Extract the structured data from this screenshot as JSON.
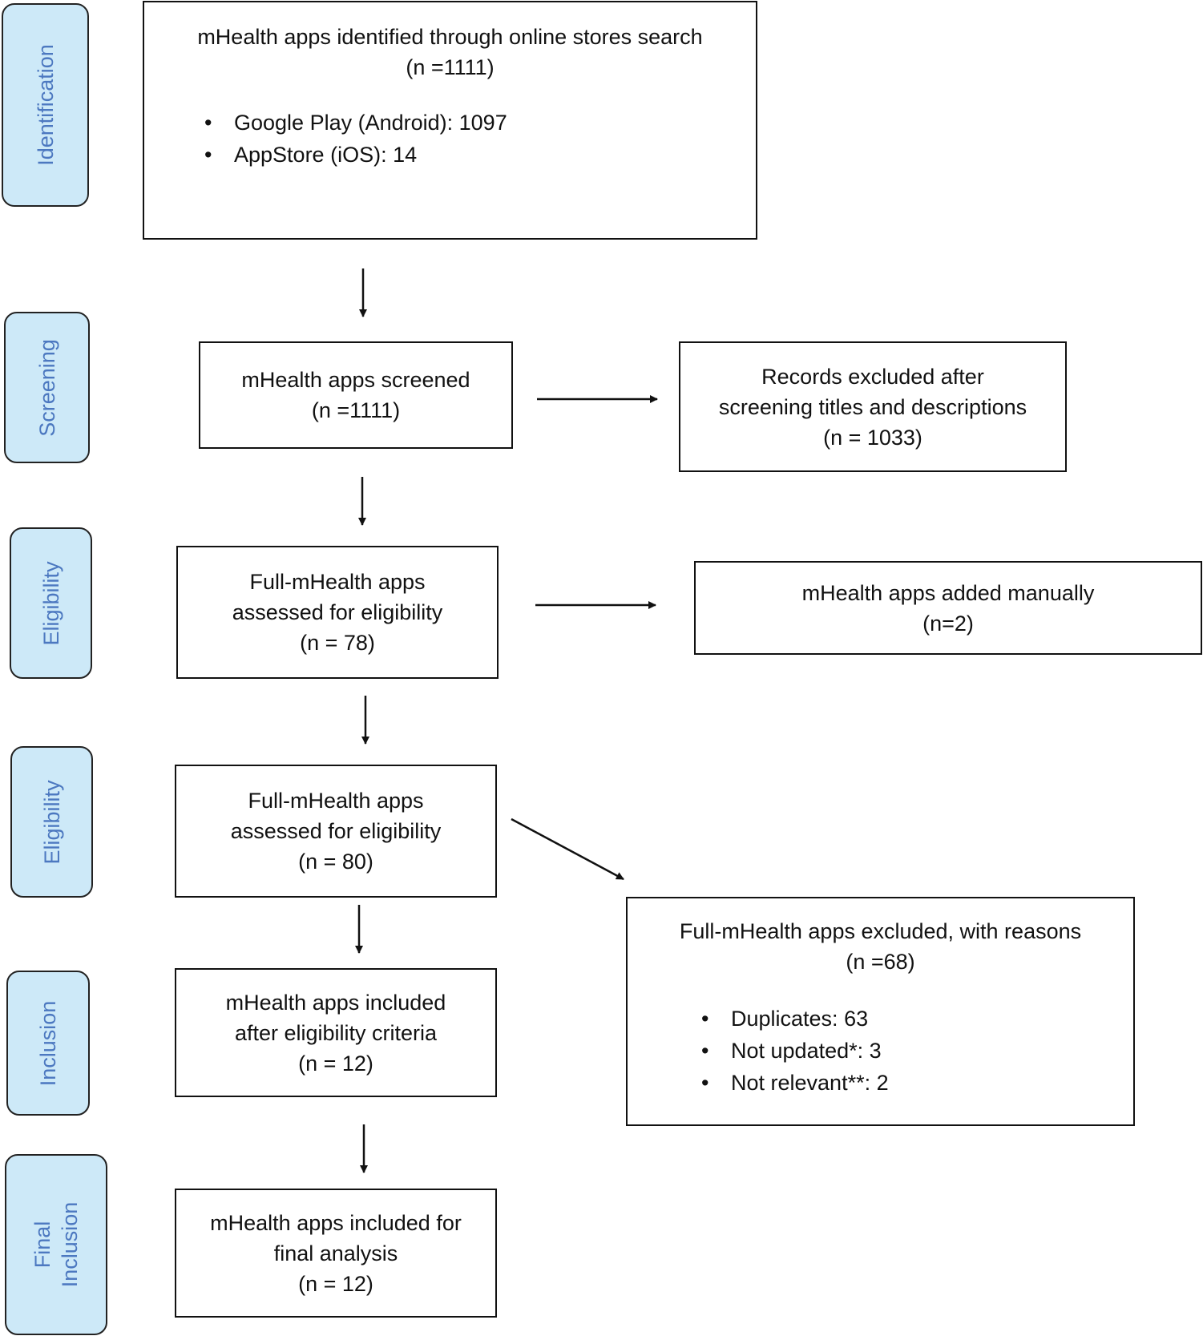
{
  "phases": {
    "identification": "Identification",
    "screening": "Screening",
    "eligibility_1": "Eligibility",
    "eligibility_2": "Eligibility",
    "inclusion": "Inclusion",
    "final_line1": "Final",
    "final_line2": "Inclusion"
  },
  "boxes": {
    "identified": {
      "title": "mHealth apps identified through online stores search",
      "count": "(n =1111)",
      "items": [
        "Google Play (Android): 1097",
        "AppStore (iOS): 14"
      ]
    },
    "screened": {
      "line1": "mHealth apps screened",
      "count": "(n =1111)"
    },
    "excluded_screening": {
      "line1": "Records excluded after",
      "line2": "screening titles and descriptions",
      "count": "(n = 1033)"
    },
    "assessed_78": {
      "line1": "Full-mHealth apps",
      "line2": "assessed for eligibility",
      "count": "(n = 78)"
    },
    "added_manually": {
      "line1": "mHealth apps added manually",
      "count": "(n=2)"
    },
    "assessed_80": {
      "line1": "Full-mHealth apps",
      "line2": "assessed for eligibility",
      "count": "(n = 80)"
    },
    "excluded_reasons": {
      "title": "Full-mHealth apps excluded, with reasons",
      "count": "(n =68)",
      "items": [
        "Duplicates: 63",
        "Not updated*: 3",
        "Not relevant**: 2"
      ]
    },
    "included": {
      "line1": "mHealth apps included",
      "line2": "after eligibility criteria",
      "count": "(n = 12)"
    },
    "final": {
      "line1": "mHealth apps included for",
      "line2": "final analysis",
      "count": "(n = 12)"
    }
  }
}
